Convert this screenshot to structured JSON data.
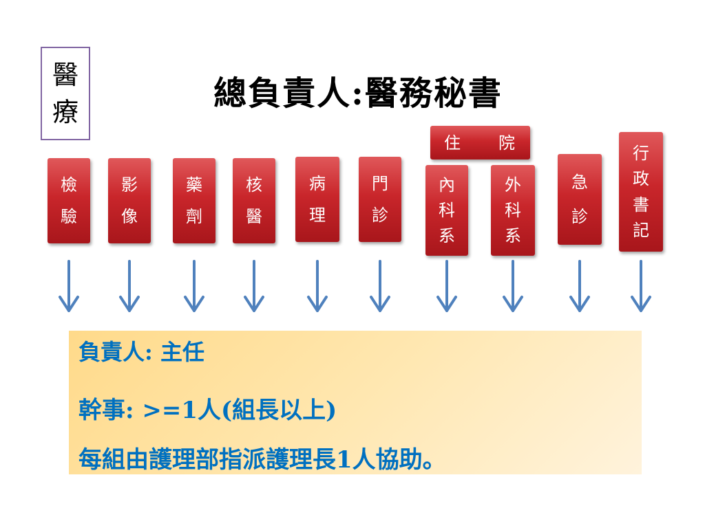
{
  "side_label": [
    "醫",
    "療"
  ],
  "title": "總負責人:醫務秘書",
  "units": [
    {
      "id": "inspection",
      "chars": [
        "檢",
        "驗"
      ]
    },
    {
      "id": "imaging",
      "chars": [
        "影",
        "像"
      ]
    },
    {
      "id": "pharmacy",
      "chars": [
        "藥",
        "劑"
      ]
    },
    {
      "id": "nuclear-medicine",
      "chars": [
        "核",
        "醫"
      ]
    },
    {
      "id": "pathology",
      "chars": [
        "病",
        "理"
      ]
    },
    {
      "id": "outpatient",
      "chars": [
        "門",
        "診"
      ]
    },
    {
      "id": "internal-medicine",
      "chars": [
        "內",
        "科",
        "系"
      ]
    },
    {
      "id": "surgery",
      "chars": [
        "外",
        "科",
        "系"
      ]
    },
    {
      "id": "emergency",
      "chars": [
        "急",
        "診"
      ]
    },
    {
      "id": "admin-secretary",
      "chars": [
        "行",
        "政",
        "書",
        "記"
      ]
    }
  ],
  "inpatient_header": [
    "住",
    "院"
  ],
  "info": {
    "line1": "負責人: 主任",
    "line2": "幹事: >=1人(組長以上)",
    "line3": "每組由護理部指派護理長1人協助。"
  },
  "colors": {
    "box_red": "#c9262b",
    "arrow_blue": "#4f81bd",
    "info_text": "#0070c0",
    "side_border": "#8064a2"
  }
}
